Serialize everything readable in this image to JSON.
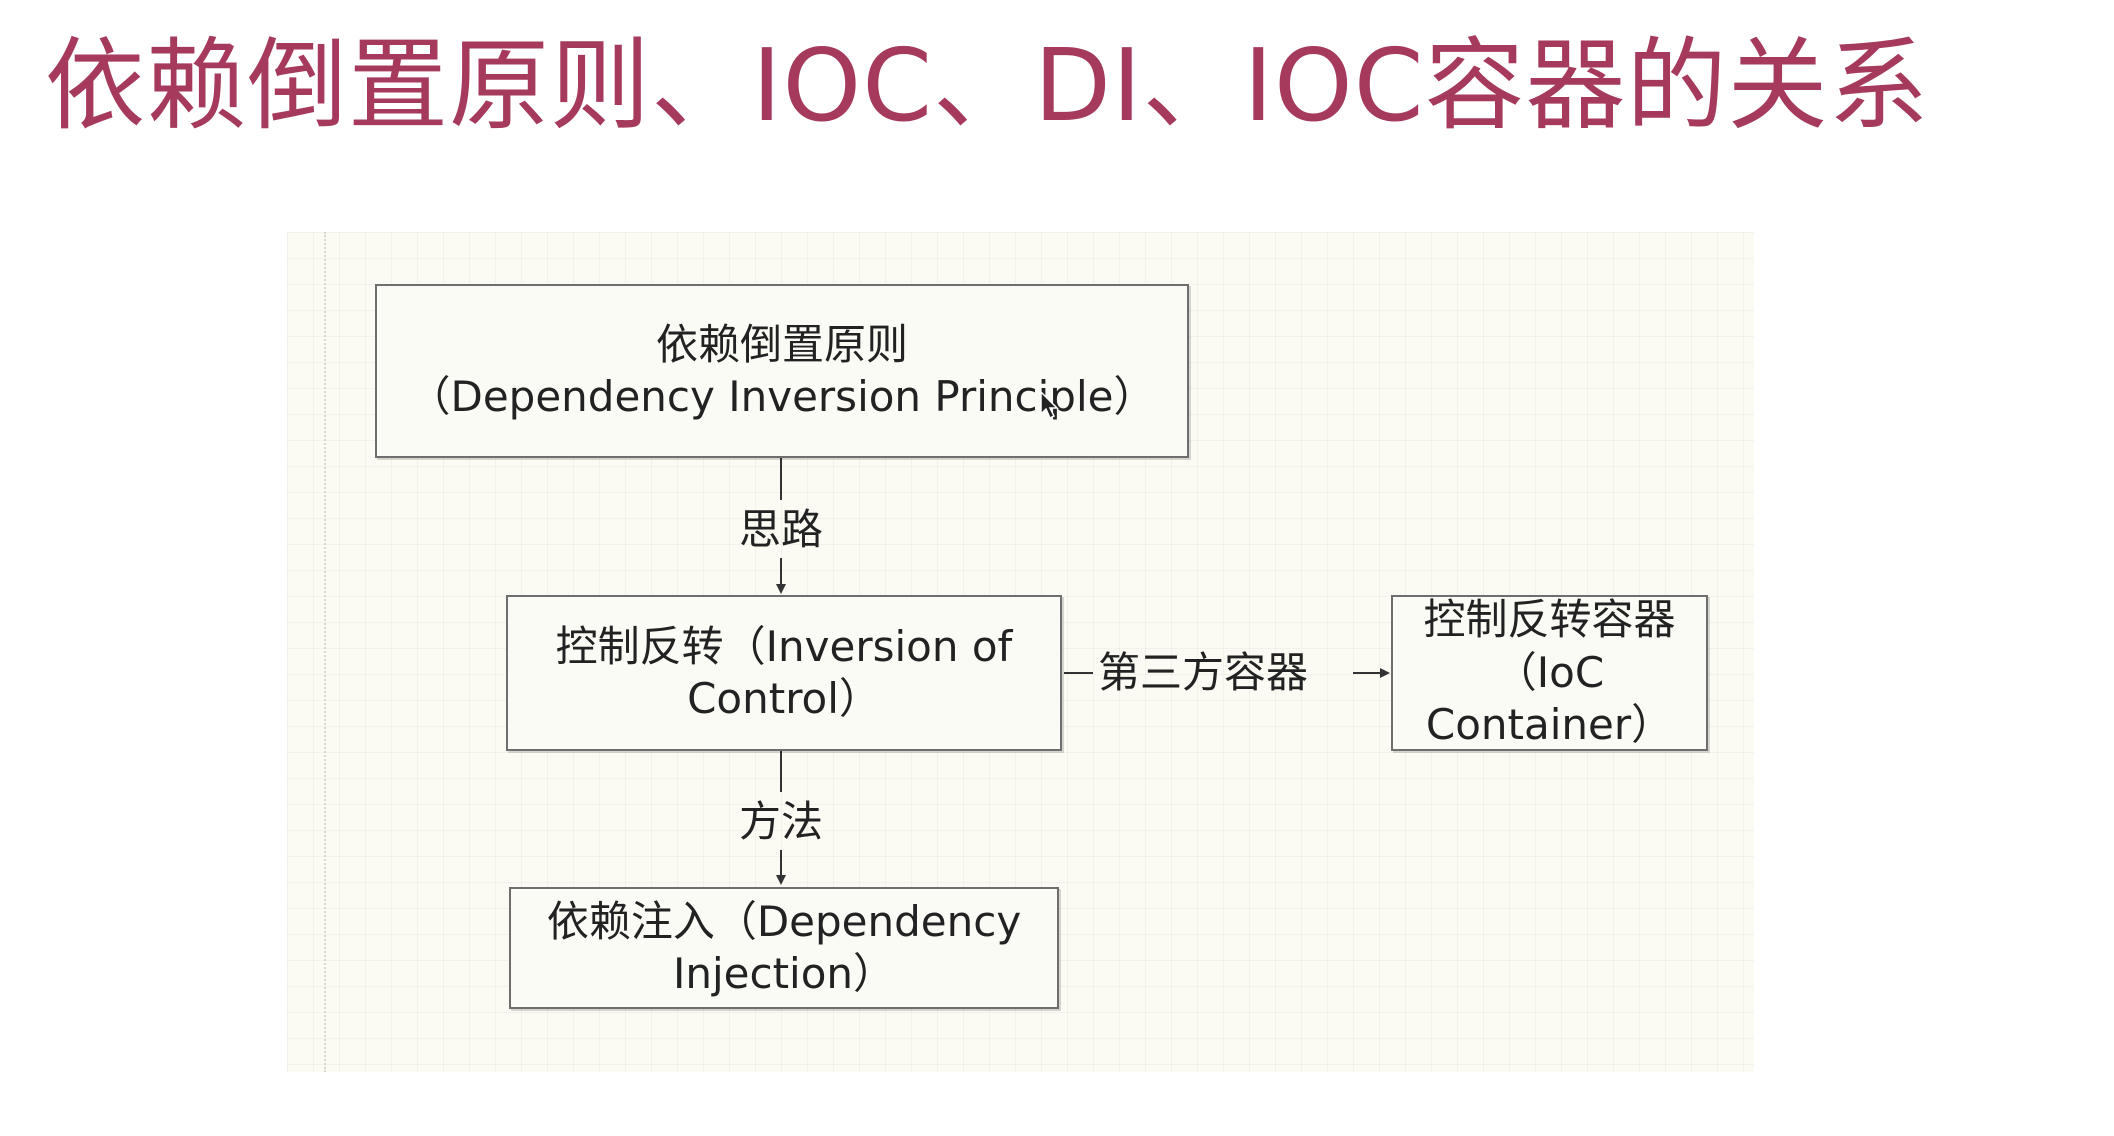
{
  "slide": {
    "title": "依赖倒置原则、IOC、DI、IOC容器的关系"
  },
  "diagram": {
    "nodes": {
      "dip": {
        "line1": "依赖倒置原则",
        "line2": "（Dependency Inversion Principle）"
      },
      "ioc": {
        "line1": "控制反转（Inversion of",
        "line2": "Control）"
      },
      "container": {
        "line1": "控制反转容器",
        "line2": "（IoC",
        "line3": "Container）"
      },
      "di": {
        "line1": "依赖注入（Dependency",
        "line2": "Injection）"
      }
    },
    "edges": {
      "dip_to_ioc": "思路",
      "ioc_to_container": "第三方容器",
      "ioc_to_di": "方法"
    },
    "colors": {
      "title": "#a63a5c",
      "box_border": "#6e6e6e",
      "canvas": "#fbfbf3"
    },
    "icons": [
      "mouse-cursor-icon"
    ]
  }
}
